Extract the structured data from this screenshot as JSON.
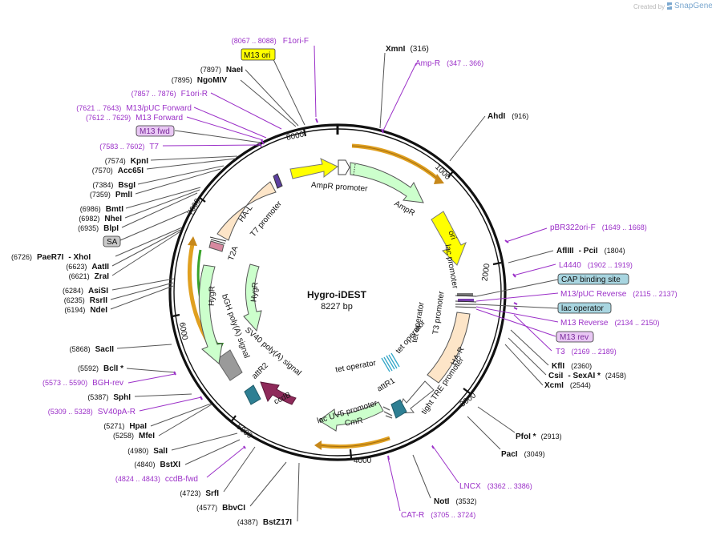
{
  "credit": {
    "created_by": "Created by",
    "brand": "SnapGene"
  },
  "center": {
    "name": "Hygro-iDEST",
    "size": "8227 bp"
  },
  "colors": {
    "purple": "#9b30c8",
    "black": "#111111",
    "ampr": "#ccffcc",
    "ori": "#ffff00",
    "tet": "#35a6c8",
    "hyg": "#ccffcc",
    "ha": "#fde5c8",
    "ccdb": "#8e2a5a",
    "attr": "#2e7f93",
    "sv40": "#9a9a9a",
    "t2a": "#d6889f"
  },
  "ticks": [
    "1000",
    "2000",
    "3000",
    "4000",
    "5000",
    "6000",
    "7000",
    "8000"
  ],
  "features": {
    "ampr_promoter": "AmpR promoter",
    "ampr": "AmpR",
    "ori": "ori",
    "lac_promoter": "lac promoter",
    "t3_promoter": "T3 promoter",
    "tight_tre": "tight TRE promoter",
    "ha_r": "HA-R",
    "attr1": "attR1",
    "tet_operator_1": "tet operator",
    "tet_operator_2": "tet operator",
    "tet_operator_3": "tet operator",
    "lac_uv5": "lac UV5 promoter",
    "cmr": "CmR",
    "ccdb": "ccdB",
    "attr2": "attR2",
    "sv40_polya": "SV40 poly(A) signal",
    "bgh_polya": "bGH poly(A) signal",
    "hygr_outer": "HygR",
    "hygr_inner": "HygR",
    "t2a": "T2A",
    "ha_l": "HA-L",
    "t7_promoter": "T7 promoter"
  },
  "labels_right": [
    {
      "name": "XmnI",
      "pos": "(316)"
    },
    {
      "name": "Amp-R",
      "pos": "(347 .. 366)"
    },
    {
      "name": "AhdI",
      "pos": "(916)"
    },
    {
      "name": "pBR322ori-F",
      "pos": "(1649 .. 1668)"
    },
    {
      "name": "AflIII",
      "name2": "- PciI",
      "pos": "(1804)"
    },
    {
      "name": "L4440",
      "pos": "(1902 .. 1919)"
    },
    {
      "name": "CAP binding site"
    },
    {
      "name": "M13/pUC Reverse",
      "pos": "(2115 .. 2137)"
    },
    {
      "name": "lac operator"
    },
    {
      "name": "M13 Reverse",
      "pos": "(2134 .. 2150)"
    },
    {
      "name": "M13 rev"
    },
    {
      "name": "T3",
      "pos": "(2169 .. 2189)"
    },
    {
      "name": "KflI",
      "pos": "(2360)"
    },
    {
      "name": "CsiI",
      "name2": "- SexAI *",
      "pos": "(2458)"
    },
    {
      "name": "XcmI",
      "pos": "(2544)"
    },
    {
      "name": "PfoI *",
      "pos": "(2913)"
    },
    {
      "name": "PacI",
      "pos": "(3049)"
    },
    {
      "name": "LNCX",
      "pos": "(3362 .. 3386)"
    },
    {
      "name": "NotI",
      "pos": "(3532)"
    },
    {
      "name": "CAT-R",
      "pos": "(3705 .. 3724)"
    }
  ],
  "labels_left": [
    {
      "name": "F1ori-F",
      "pos": "(8067 .. 8088)"
    },
    {
      "name": "M13 ori"
    },
    {
      "name": "NaeI",
      "pos": "(7897)"
    },
    {
      "name": "NgoMIV",
      "pos": "(7895)"
    },
    {
      "name": "F1ori-R",
      "pos": "(7857 .. 7876)"
    },
    {
      "name": "M13/pUC Forward",
      "pos": "(7621 .. 7643)"
    },
    {
      "name": "M13 Forward",
      "pos": "(7612 .. 7629)"
    },
    {
      "name": "M13 fwd"
    },
    {
      "name": "T7",
      "pos": "(7583 .. 7602)"
    },
    {
      "name": "KpnI",
      "pos": "(7574)"
    },
    {
      "name": "Acc65I",
      "pos": "(7570)"
    },
    {
      "name": "BsgI",
      "pos": "(7384)"
    },
    {
      "name": "PmlI",
      "pos": "(7359)"
    },
    {
      "name": "BmtI",
      "pos": "(6986)"
    },
    {
      "name": "NheI",
      "pos": "(6982)"
    },
    {
      "name": "BlpI",
      "pos": "(6935)"
    },
    {
      "name": "SA"
    },
    {
      "name": "PaeR7I",
      "name2": "- XhoI",
      "pos": "(6726)"
    },
    {
      "name": "AatII",
      "pos": "(6623)"
    },
    {
      "name": "ZraI",
      "pos": "(6621)"
    },
    {
      "name": "AsiSI",
      "pos": "(6284)"
    },
    {
      "name": "RsrII",
      "pos": "(6235)"
    },
    {
      "name": "NdeI",
      "pos": "(6194)"
    },
    {
      "name": "SacII",
      "pos": "(5868)"
    },
    {
      "name": "BclI *",
      "pos": "(5592)"
    },
    {
      "name": "BGH-rev",
      "pos": "(5573 .. 5590)"
    },
    {
      "name": "SphI",
      "pos": "(5387)"
    },
    {
      "name": "SV40pA-R",
      "pos": "(5309 .. 5328)"
    },
    {
      "name": "HpaI",
      "pos": "(5271)"
    },
    {
      "name": "MfeI",
      "pos": "(5258)"
    },
    {
      "name": "SalI",
      "pos": "(4980)"
    },
    {
      "name": "BstXI",
      "pos": "(4840)"
    },
    {
      "name": "ccdB-fwd",
      "pos": "(4824 .. 4843)"
    },
    {
      "name": "SrfI",
      "pos": "(4723)"
    },
    {
      "name": "BbvCI",
      "pos": "(4577)"
    },
    {
      "name": "BstZ17I",
      "pos": "(4387)"
    }
  ]
}
